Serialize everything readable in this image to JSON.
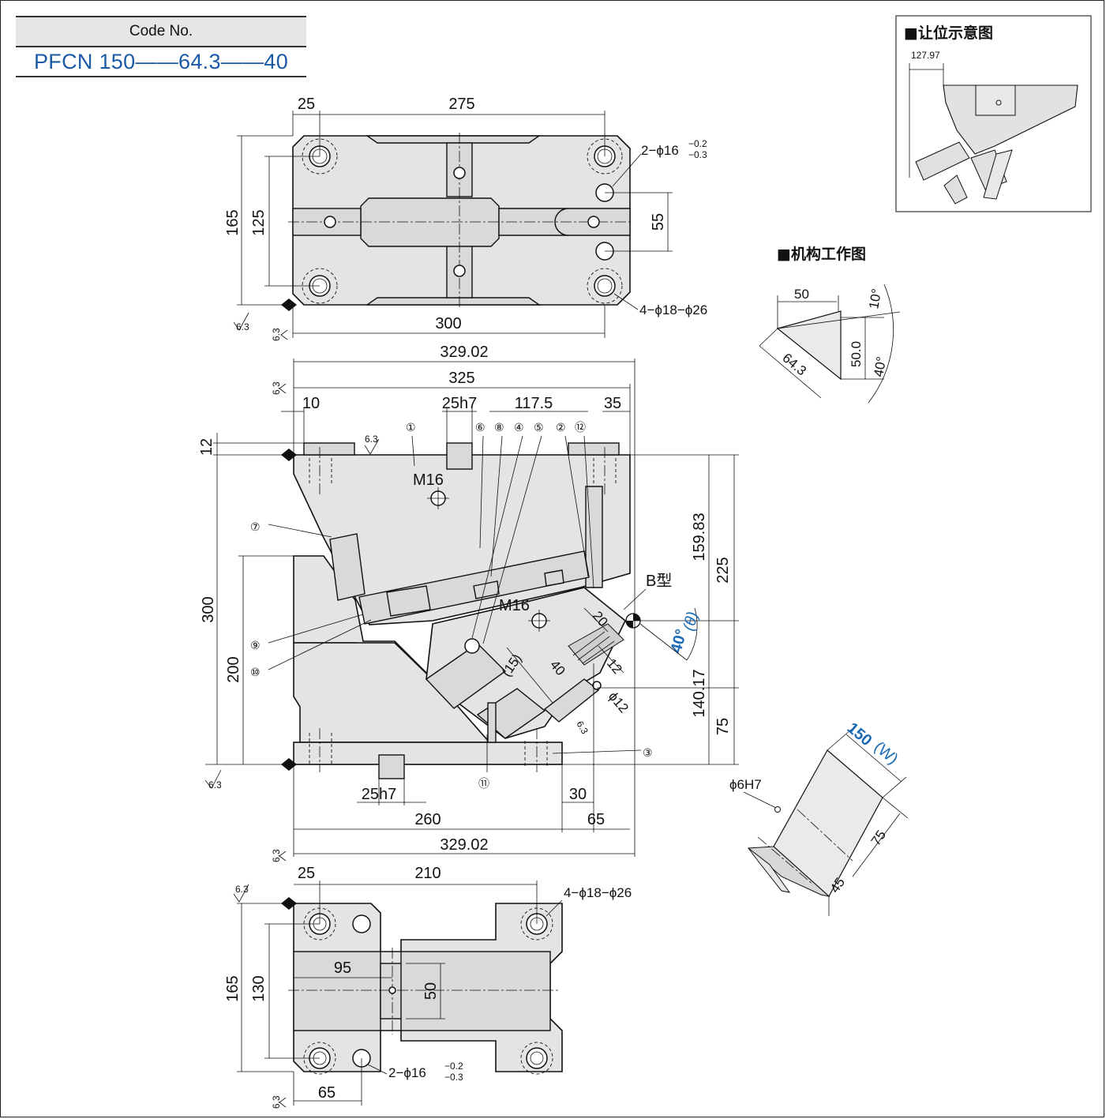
{
  "header": {
    "code_label": "Code No.",
    "code_value": "PFCN 150——64.3——40"
  },
  "top_view": {
    "dims": {
      "d25": "25",
      "d275": "275",
      "d165": "165",
      "d125": "125",
      "d55": "55",
      "d300": "300"
    },
    "note_holes_a": "2−ϕ16",
    "note_holes_a_tol_upper": "−0.2",
    "note_holes_a_tol_lower": "−0.3",
    "note_holes_b": "4−ϕ18−ϕ26",
    "roughness": "6.3"
  },
  "front_view": {
    "dims": {
      "d329a": "329.02",
      "d325": "325",
      "d10": "10",
      "d25h7": "25h7",
      "d117": "117.5",
      "d35": "35",
      "d12": "12",
      "d300": "300",
      "d200": "200",
      "d159": "159.83",
      "d225": "225",
      "d140": "140.17",
      "d75": "75",
      "d25h7b": "25h7",
      "d30": "30",
      "d260": "260",
      "d65": "65",
      "d329b": "329.02",
      "d15": "(15)",
      "d40": "40",
      "d20": "20",
      "d12b": "12",
      "phi12": "ϕ12"
    },
    "m16_a": "M16",
    "m16_b": "M16",
    "b_type": "B型",
    "angle": "40°",
    "angle_theta": "(θ)",
    "balloons": [
      "①",
      "②",
      "③",
      "④",
      "⑤",
      "⑥",
      "⑦",
      "⑧",
      "⑨",
      "⑩",
      "⑪",
      "⑫"
    ],
    "roughness": "6.3"
  },
  "bottom_view": {
    "dims": {
      "d25": "25",
      "d210": "210",
      "d165": "165",
      "d130": "130",
      "d95": "95",
      "d50": "50",
      "d65": "65"
    },
    "note_holes_a": "4−ϕ18−ϕ26",
    "note_holes_b": "2−ϕ16",
    "note_holes_b_tol_upper": "−0.2",
    "note_holes_b_tol_lower": "−0.3",
    "roughness": "6.3"
  },
  "inset_clearance": {
    "title": "■让位示意图",
    "dim": "127.97"
  },
  "mechanism": {
    "title": "■机构工作图",
    "d50": "50",
    "d643": "64.3",
    "d500": "50.0",
    "a10": "10°",
    "a40": "40°"
  },
  "iso_view": {
    "w": "150",
    "w_suffix": "(W)",
    "d75": "75",
    "d45": "45",
    "phi6": "ϕ6H7"
  }
}
